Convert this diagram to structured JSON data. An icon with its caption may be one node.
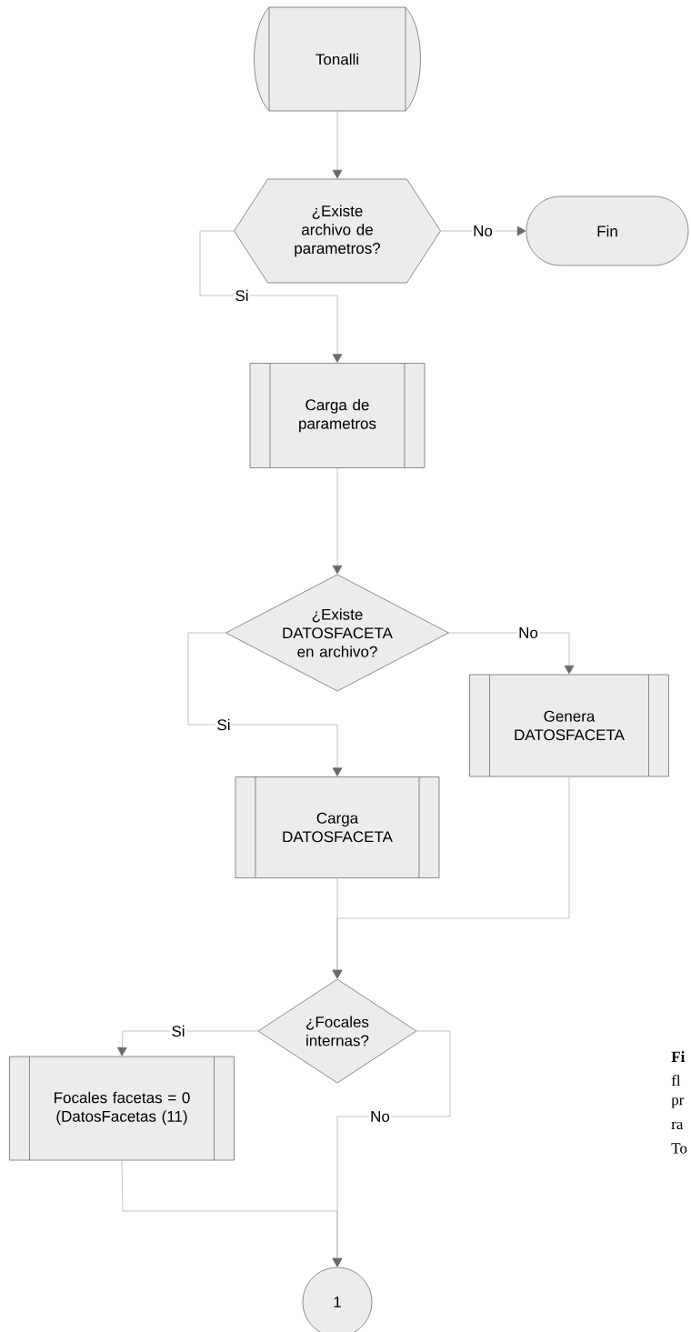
{
  "diagram": {
    "nodes": [
      {
        "text": [
          "Tonalli"
        ]
      },
      {
        "text": [
          "¿Existe archivo de parametros?"
        ]
      },
      {
        "text": [
          "Fin"
        ]
      },
      {
        "text": [
          "Carga de parametros"
        ]
      },
      {
        "text": [
          "¿Existe DATOSFACETA en archivo?"
        ]
      },
      {
        "text": [
          "Genera DATOSFACETA"
        ]
      },
      {
        "text": [
          "Carga DATOSFACETA"
        ]
      },
      {
        "text": [
          "¿Focales internas?"
        ]
      },
      {
        "text": [
          "Focales facetas = 0 (DatosFacetas (11)"
        ]
      },
      {
        "text": [
          "1"
        ]
      }
    ],
    "edges": [
      {
        "from": 0,
        "to": 1,
        "arrow": "to"
      },
      {
        "from": 1,
        "to": 2,
        "arrow": "to",
        "label": "No"
      },
      {
        "from": 1,
        "to": 3,
        "arrow": "to",
        "label": "Si"
      },
      {
        "from": 3,
        "to": 4,
        "arrow": "to"
      },
      {
        "from": 4,
        "to": 6,
        "arrow": "to",
        "label": "Si"
      },
      {
        "from": 4,
        "to": 5,
        "arrow": "to",
        "label": "No"
      },
      {
        "from": 6,
        "to": 7,
        "arrow": "to"
      },
      {
        "from": 5,
        "to": 7,
        "arrow": "to"
      },
      {
        "from": 7,
        "to": 8,
        "arrow": "to",
        "label": "Si"
      },
      {
        "from": 7,
        "to": 9,
        "arrow": "to",
        "label": "No"
      },
      {
        "from": 8,
        "to": 9,
        "arrow": "to"
      }
    ],
    "labels": [
      "**Fi**",
      "fl",
      "pr",
      "ra",
      "To"
    ]
  }
}
